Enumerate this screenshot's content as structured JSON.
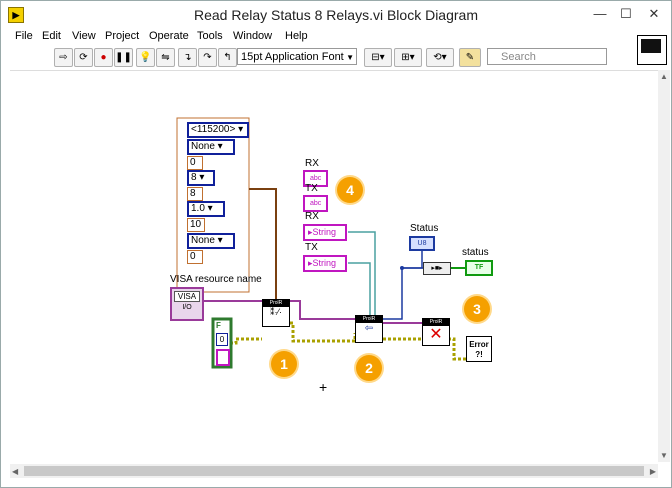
{
  "window": {
    "title": "Read Relay Status 8 Relays.vi Block Diagram",
    "app_icon": "labview-app-icon",
    "minimize": "—",
    "maximize": "☐",
    "close": "✕"
  },
  "menu": [
    "File",
    "Edit",
    "View",
    "Project",
    "Operate",
    "Tools",
    "Window",
    "Help"
  ],
  "toolbar": {
    "font": "15pt Application Font",
    "search_placeholder": "Search",
    "icons": [
      "run-arrow-icon",
      "run-continuous-icon",
      "abort-icon",
      "pause-icon",
      "highlight-execution-icon",
      "retain-wire-values-icon",
      "step-into-icon",
      "step-over-icon",
      "step-out-icon",
      "align-icon",
      "distribute-icon",
      "reorder-icon",
      "clean-up-diagram-icon"
    ]
  },
  "diagram": {
    "config_cluster": [
      "<115200>",
      "None",
      "0",
      "8",
      "8",
      "1.0",
      "10",
      "None",
      "0"
    ],
    "visa_label": "VISA resource name",
    "visa_value": "VISA",
    "visa_sub": "I/O",
    "error_const": "F",
    "error_const_num": "0",
    "rx_label_1": "RX",
    "rx_ind_1": "abc",
    "tx_label_1": "TX",
    "tx_ind_1": "abc",
    "rx_label_2": "RX",
    "rx_ind_2": "String",
    "tx_label_2": "TX",
    "tx_ind_2": "String",
    "status_label": "Status",
    "status_ind": "U8",
    "status2_label": "status",
    "status2_ind": "TF",
    "subvi_header": "ProlR",
    "error_handler": "Error ?!",
    "badges": [
      "1",
      "2",
      "3",
      "4"
    ],
    "cursor": "+"
  }
}
